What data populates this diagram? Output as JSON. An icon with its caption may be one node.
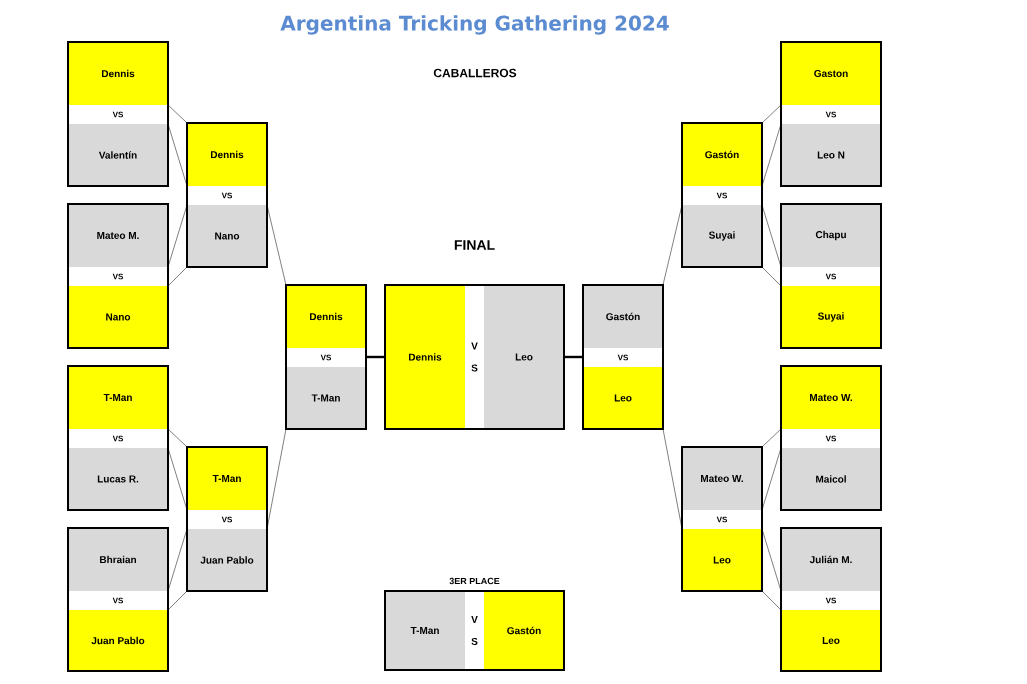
{
  "diagram": {
    "title": "Argentina Tricking Gathering 2024",
    "nodes": [
      {
        "text": [
          "Dennis",
          "VS",
          "Valentín"
        ]
      },
      {
        "text": [
          "Mateo M.",
          "VS",
          "Nano"
        ]
      },
      {
        "text": [
          "T-Man",
          "VS",
          "Lucas R."
        ]
      },
      {
        "text": [
          "Bhraian",
          "VS",
          "Juan Pablo"
        ]
      },
      {
        "text": [
          "Dennis",
          "VS",
          "Nano"
        ]
      },
      {
        "text": [
          "T-Man",
          "VS",
          "Juan Pablo"
        ]
      },
      {
        "text": [
          "Dennis",
          "VS",
          "T-Man"
        ]
      },
      {
        "text": [
          "FINAL",
          "Dennis",
          "V S",
          "Leo"
        ]
      },
      {
        "text": [
          "Gastón",
          "VS",
          "Leo"
        ]
      },
      {
        "text": [
          "Gastón",
          "VS",
          "Suyai"
        ]
      },
      {
        "text": [
          "Mateo W.",
          "VS",
          "Leo"
        ]
      },
      {
        "text": [
          "Gaston",
          "VS",
          "Leo N"
        ]
      },
      {
        "text": [
          "Chapu",
          "VS",
          "Suyai"
        ]
      },
      {
        "text": [
          "Mateo W.",
          "VS",
          "Maicol"
        ]
      },
      {
        "text": [
          "Julián M.",
          "VS",
          "Leo"
        ]
      },
      {
        "text": [
          "3ER PLACE",
          "T-Man",
          "V S",
          "Gastón"
        ]
      }
    ],
    "edges": [
      {
        "from": 0,
        "to": 4,
        "arrow": "none"
      },
      {
        "from": 0,
        "to": 4,
        "arrow": "none"
      },
      {
        "from": 1,
        "to": 4,
        "arrow": "none"
      },
      {
        "from": 1,
        "to": 4,
        "arrow": "none"
      },
      {
        "from": 2,
        "to": 5,
        "arrow": "none"
      },
      {
        "from": 2,
        "to": 5,
        "arrow": "none"
      },
      {
        "from": 3,
        "to": 5,
        "arrow": "none"
      },
      {
        "from": 3,
        "to": 5,
        "arrow": "none"
      },
      {
        "from": 4,
        "to": 6,
        "arrow": "none"
      },
      {
        "from": 5,
        "to": 6,
        "arrow": "none"
      },
      {
        "from": 6,
        "to": 7,
        "arrow": "none",
        "style": "thick"
      },
      {
        "from": 8,
        "to": 7,
        "arrow": "none",
        "style": "thick"
      },
      {
        "from": 9,
        "to": 8,
        "arrow": "none"
      },
      {
        "from": 10,
        "to": 8,
        "arrow": "none"
      },
      {
        "from": 11,
        "to": 9,
        "arrow": "none"
      },
      {
        "from": 11,
        "to": 9,
        "arrow": "none"
      },
      {
        "from": 12,
        "to": 9,
        "arrow": "none"
      },
      {
        "from": 12,
        "to": 9,
        "arrow": "none"
      },
      {
        "from": 13,
        "to": 10,
        "arrow": "none"
      },
      {
        "from": 13,
        "to": 10,
        "arrow": "none"
      },
      {
        "from": 14,
        "to": 10,
        "arrow": "none"
      },
      {
        "from": 14,
        "to": 10,
        "arrow": "none"
      }
    ],
    "labels": [
      "CABALLEROS"
    ]
  }
}
